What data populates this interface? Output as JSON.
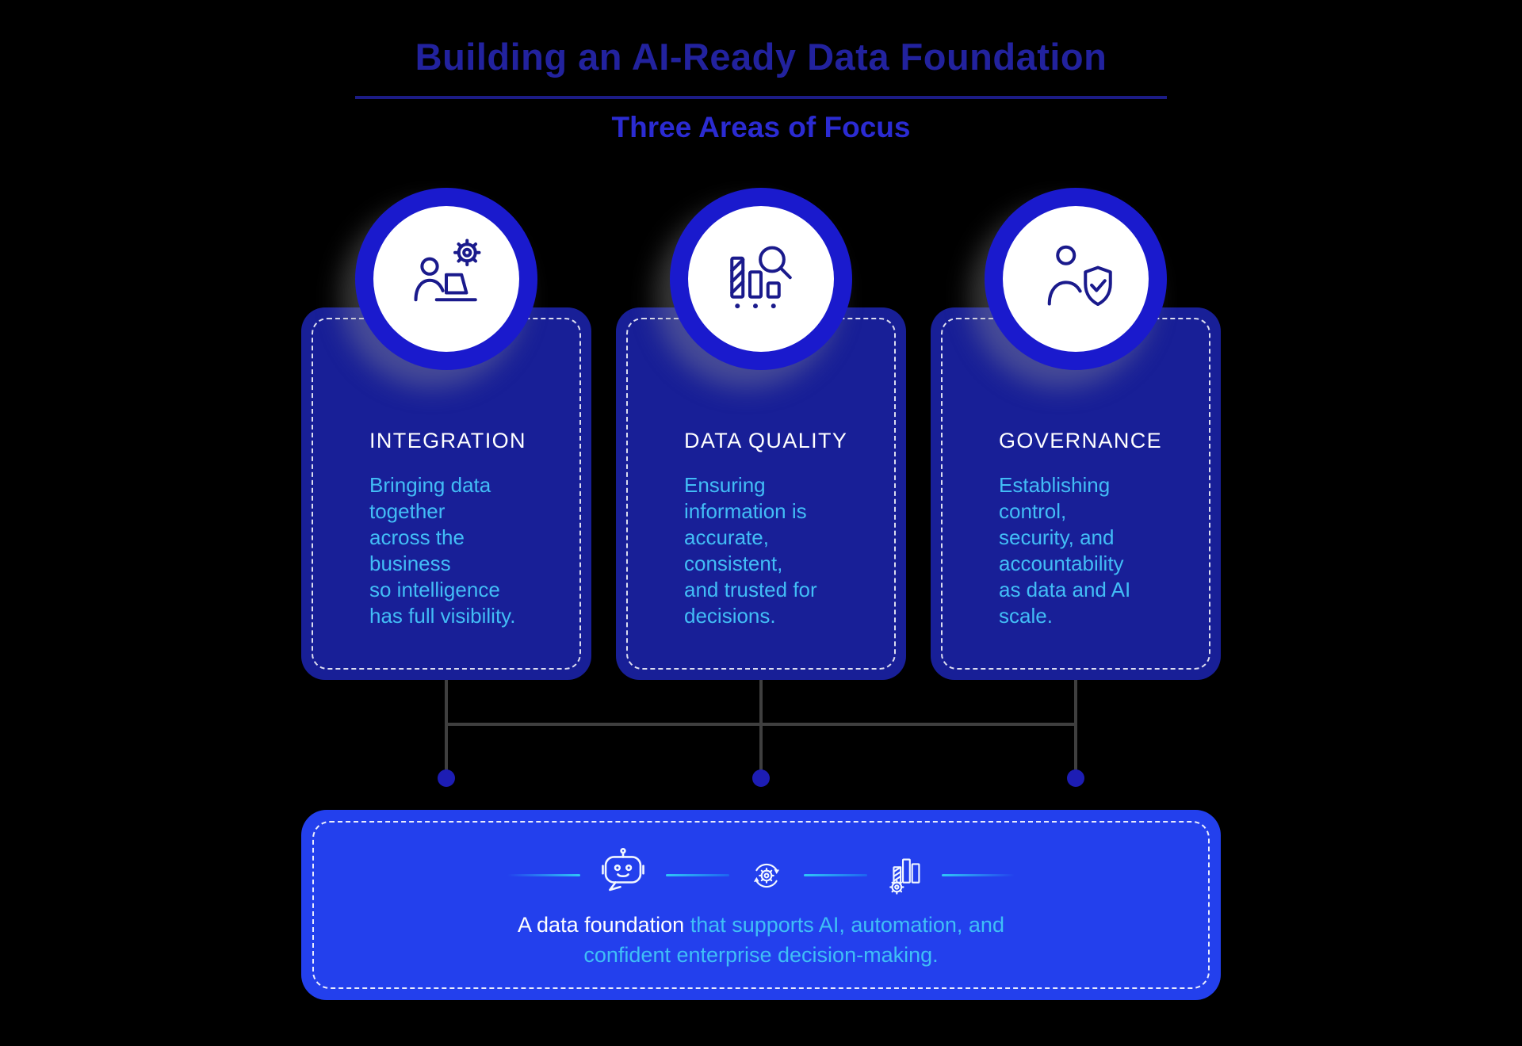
{
  "colors": {
    "background": "#000000",
    "title_blue": "#22229E",
    "subtitle_blue": "#2B2BD2",
    "card_navy": "#181F97",
    "badge_ring_blue": "#1A1ACD",
    "badge_inner": "#FFFFFF",
    "card_title_white": "#FFFFFF",
    "body_cyan": "#42BDF6",
    "banner_blue": "#2340ED",
    "accent_cyan": "#2FC8F7",
    "connector_gray": "#3F3F3F",
    "dot_blue": "#1D1DB4",
    "icon_navy": "#1A1A8C"
  },
  "header": {
    "title": "Building an AI-Ready Data Foundation",
    "subtitle": "Three Areas of Focus"
  },
  "cards": [
    {
      "icon": "person-laptop-gear-icon",
      "title": "INTEGRATION",
      "body_lines": [
        "Bringing data",
        "together",
        "across the",
        "business",
        "so intelligence",
        "has full visibility."
      ]
    },
    {
      "icon": "bar-chart-magnifier-icon",
      "title": "DATA QUALITY",
      "body_lines": [
        "Ensuring",
        "information is",
        "accurate,",
        "consistent,",
        "and trusted for",
        "decisions."
      ]
    },
    {
      "icon": "person-shield-check-icon",
      "title": "GOVERNANCE",
      "body_lines": [
        "Establishing",
        "control,",
        "security, and",
        "accountability",
        "as data and AI",
        "scale."
      ]
    }
  ],
  "banner": {
    "icons": [
      "robot-icon",
      "sync-gear-icon",
      "bar-chart-gear-icon"
    ],
    "line1_lead": "A data foundation",
    "line1_rest": " that supports AI, automation, and",
    "line2": "confident enterprise decision-making."
  }
}
